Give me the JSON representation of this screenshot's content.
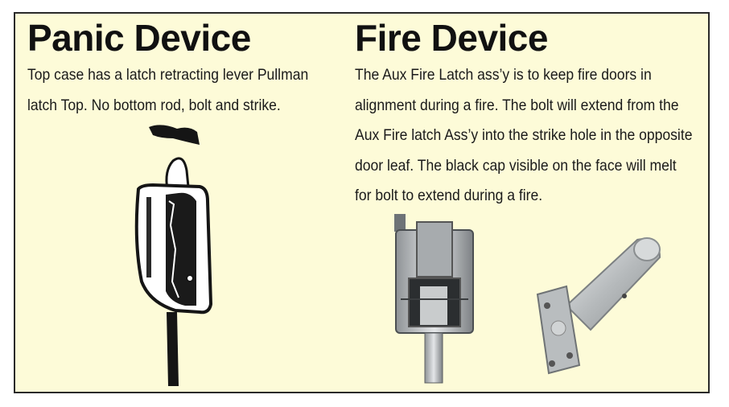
{
  "panic": {
    "title": "Panic Device",
    "description": "Top case has a latch retracting lever  Pullman latch Top. No bottom rod, bolt and strike."
  },
  "fire": {
    "title": "Fire Device",
    "description": "The Aux Fire Latch ass’y is to keep fire doors in alignment during a fire. The bolt will extend from the Aux Fire latch Ass’y into the strike hole in the opposite door leaf. The black cap visible on the face will melt for bolt to extend during a fire."
  },
  "colors": {
    "panel_background": "#fdfbd8",
    "panel_border": "#2a2a2a",
    "text": "#1a1a1a"
  },
  "icons": [
    "panic-device-sketch",
    "fire-latch-assembly-photo",
    "fire-bolt-cylinder-photo"
  ]
}
